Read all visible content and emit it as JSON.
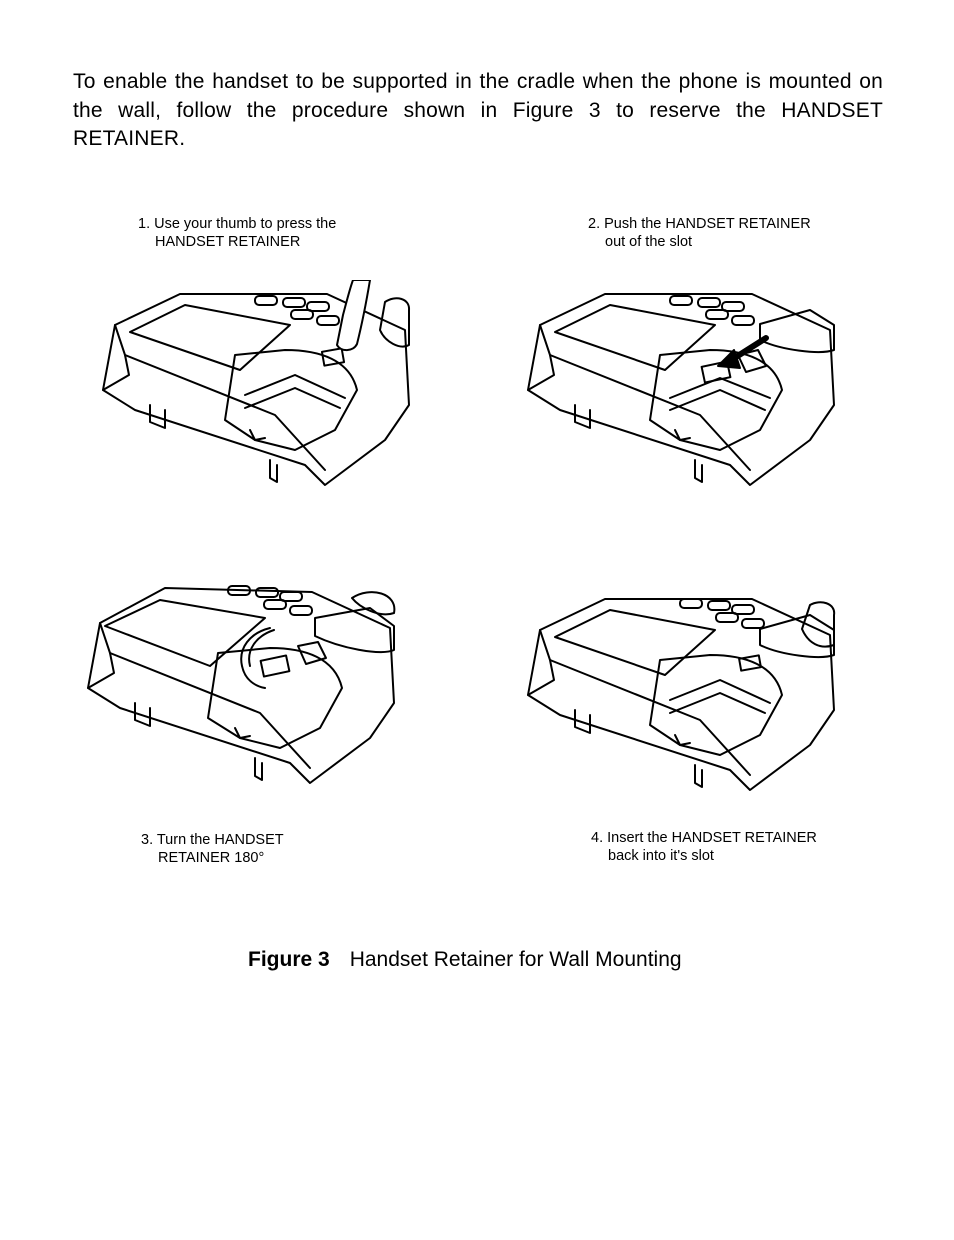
{
  "intro": {
    "text": "To enable the handset to be supported in the cradle when the phone is mounted on the wall, follow the procedure shown in Figure 3 to reserve the HANDSET RETAINER."
  },
  "steps": [
    {
      "line1": "1. Use your thumb to press the",
      "line2": "HANDSET RETAINER",
      "illustration": "phone-cradle-thumb-press-icon"
    },
    {
      "line1": "2. Push the HANDSET RETAINER",
      "line2": "out of the slot",
      "illustration": "phone-cradle-push-out-icon"
    },
    {
      "line1": "3. Turn the HANDSET",
      "line2": "RETAINER 180°",
      "illustration": "phone-cradle-rotate-icon"
    },
    {
      "line1": "4. Insert the HANDSET RETAINER",
      "line2": "back into it's slot",
      "illustration": "phone-cradle-inserted-icon"
    }
  ],
  "figure": {
    "label": "Figure 3",
    "title": "Handset Retainer for Wall Mounting"
  }
}
